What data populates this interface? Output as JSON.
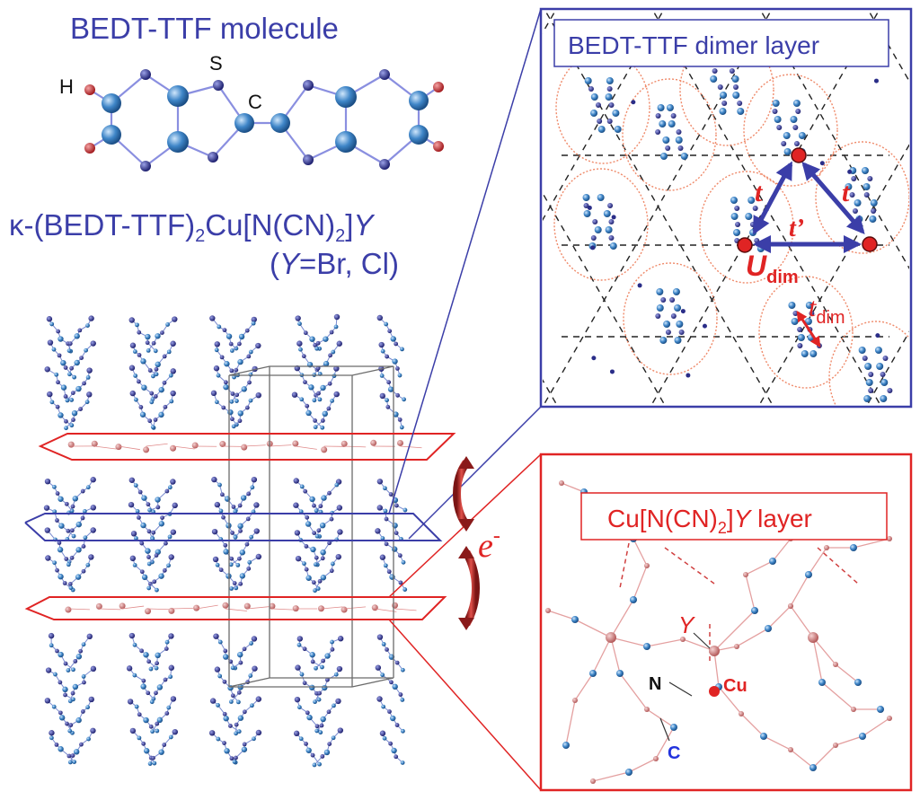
{
  "molecule": {
    "title": "BEDT-TTF molecule",
    "atom_H": "H",
    "atom_S": "S",
    "atom_C": "C"
  },
  "compound": {
    "prefix": "κ-(BEDT-TTF)",
    "sub1": "2",
    "mid": "Cu[N(CN)",
    "sub2": "2",
    "bracket": "]",
    "var": "Y",
    "line2_open": "(",
    "line2_var": "Y",
    "line2_rest": "=Br, Cl)"
  },
  "dimer_panel": {
    "title": "BEDT-TTF dimer layer",
    "t_left": "t",
    "t_right": "t",
    "t_prime": "t’",
    "u_main": "U",
    "u_sub": "dim",
    "tdim_main": "t",
    "tdim_sub": "dim"
  },
  "anion_panel": {
    "title_a": "Cu[N(CN)",
    "title_sub": "2",
    "title_b": "]",
    "title_var": "Y",
    "title_c": " layer",
    "label_Y": "Y",
    "label_N": "N",
    "label_Cu": "Cu",
    "label_C": "C"
  },
  "electron": {
    "symbol": "e",
    "sup": "-"
  },
  "colors": {
    "navy": "#3b3ea8",
    "red": "#e02424",
    "atom_blue": "#3f86c8",
    "atom_red": "#c0282d",
    "dashed": "#222222"
  }
}
